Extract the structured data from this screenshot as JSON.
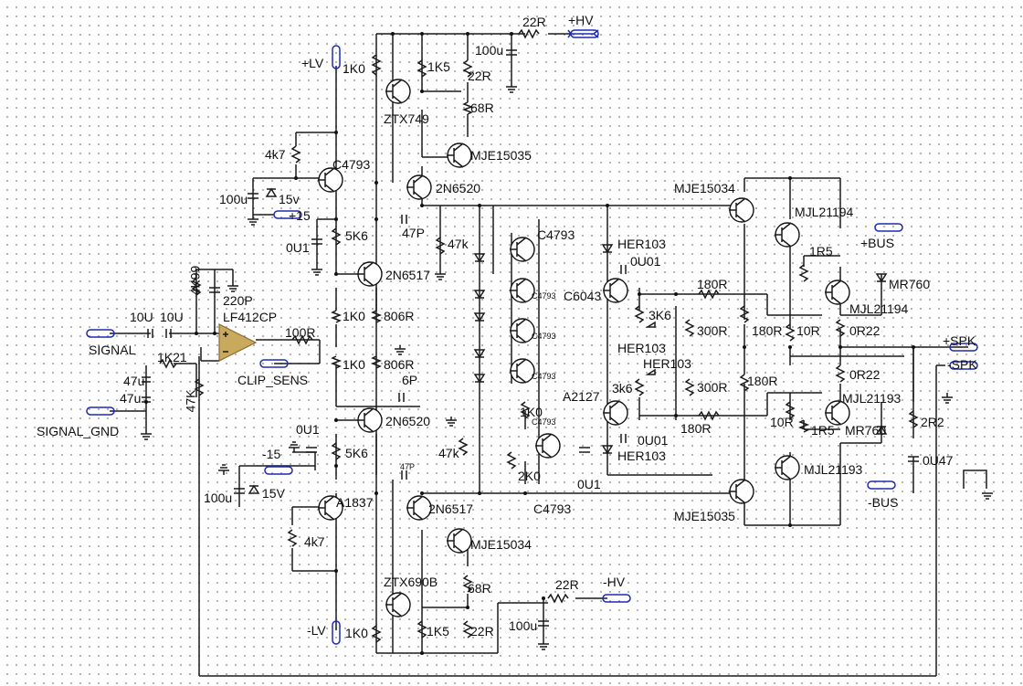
{
  "schematic": {
    "ports": {
      "hv_pos": "+HV",
      "lv_pos": "+LV",
      "plus15": "+15",
      "minus15": "-15",
      "signal": "SIGNAL",
      "clip_sens": "CLIP_SENS",
      "signal_gnd": "SIGNAL_GND",
      "lv_neg": "-LV",
      "hv_neg": "-HV",
      "bus_pos": "+BUS",
      "bus_neg": "-BUS",
      "spk_pos": "+SPK",
      "spk_neg": "-SPK"
    },
    "components": {
      "opamp": "LF412CP",
      "r_22r_top": "22R",
      "c_100u_top": "100u",
      "r_1k0_top": "1K0",
      "r_1k5_top": "1K5",
      "r_22r_top2": "22R",
      "q_ztx749": "ZTX749",
      "r_68r_top": "68R",
      "q_mje15035_top": "MJE15035",
      "r_4k7_top": "4k7",
      "q_c4793_top": "C4793",
      "c_100u_zener_top": "100u",
      "z_15v_top": "15v",
      "q_2n6520_top": "2N6520",
      "c_47p_top": "47P",
      "r_47k_top": "47k",
      "c_0u1_left": "0U1",
      "r_5k6_top": "5K6",
      "q_2n6517_top": "2N6517",
      "r_4k99": "4K99",
      "c_220p": "220P",
      "c_10u_a": "10U",
      "c_10u_b": "10U",
      "r_1k0_mid1": "1K0",
      "r_806r_1": "806R",
      "r_100r": "100R",
      "r_1k21": "1K21",
      "r_1k0_mid2": "1K0",
      "r_806r_2": "806R",
      "c_6p": "6P",
      "c_47u_a": "47u",
      "c_47u_b": "47u",
      "r_47k_pot": "47K",
      "q_2n6520_bot": "2N6520",
      "c_0u1_bot": "0U1",
      "r_5k6_bot": "5K6",
      "c_100u_zener_bot": "100u",
      "z_15v_bot": "15V",
      "q_a1837": "A1837",
      "r_4k7_bot": "4k7",
      "c_47p_bot": "47P",
      "q_2n6517_bot": "2N6517",
      "q_mje15034_bot": "MJE15034",
      "q_ztx690b": "ZTX690B",
      "r_68r_bot": "68R",
      "r_22r_bot": "22R",
      "c_100u_bot": "100u",
      "r_1k0_bot": "1K0",
      "r_1k5_bot": "1K5",
      "r_22r_bot2": "22R",
      "q_c4793_a": "C4793",
      "q_c4793_b": "C4793",
      "q_c4793_c": "C4793",
      "q_c4793_d": "C4793",
      "r_1k0_vbe": "1K0",
      "r_47k_mid": "47k",
      "r_2k0": "2K0",
      "c_0u1_mid": "0U1",
      "q_c4793_vbe": "C4793",
      "d_her103_1": "HER103",
      "c_0u01_top": "0U01",
      "q_c6043": "C6043",
      "r_3k6_top": "3K6",
      "d_her103_2": "HER103",
      "d_her103_3": "HER103",
      "q_a2127": "A2127",
      "r_3k6_bot": "3k6",
      "c_0u01_bot": "0U01",
      "d_her103_4": "HER103",
      "r_180r_1": "180R",
      "r_300r_1": "300R",
      "r_300r_2": "300R",
      "r_180r_2": "180R",
      "q_mje15034_out": "MJE15034",
      "q_mje15035_out": "MJE15035",
      "q_mjl21194_a": "MJL21194",
      "q_mjl21194_b": "MJL21194",
      "q_mjl21193_a": "MJL21193",
      "q_mjl21193_b": "MJL21193",
      "r_1r5_top": "1R5",
      "r_1r5_bot": "1R5",
      "d_mr760_top": "MR760",
      "d_mr760_bot": "MR760",
      "r_180r_3": "180R",
      "r_180r_4": "180R",
      "r_10r_1": "10R",
      "r_10r_2": "10R",
      "r_0r22_1": "0R22",
      "r_0r22_2": "0R22",
      "r_2r2": "2R2",
      "c_0u47": "0U47"
    }
  }
}
